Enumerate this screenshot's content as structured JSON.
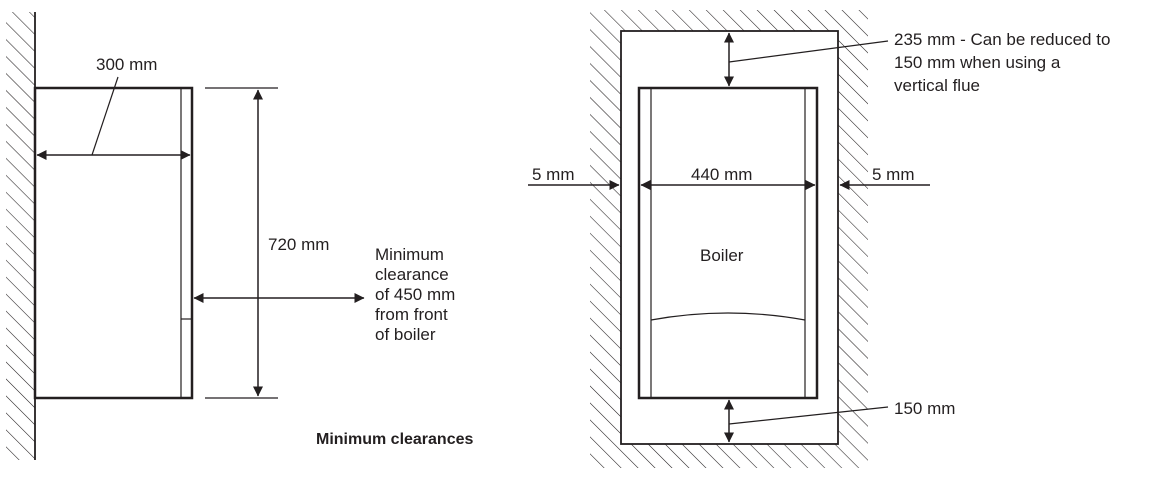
{
  "side_view": {
    "depth_label": "300 mm",
    "height_label": "720 mm",
    "front_clearance_lines": [
      "Minimum",
      "clearance",
      "of 450 mm",
      "from front",
      "of boiler"
    ]
  },
  "front_view": {
    "top_clearance_lines": [
      "235 mm - Can be reduced to",
      "150 mm when using a",
      "vertical flue"
    ],
    "left_gap_label": "5 mm",
    "right_gap_label": "5 mm",
    "width_label": "440 mm",
    "boiler_label": "Boiler",
    "bottom_clearance_label": "150 mm"
  },
  "caption": "Minimum clearances"
}
